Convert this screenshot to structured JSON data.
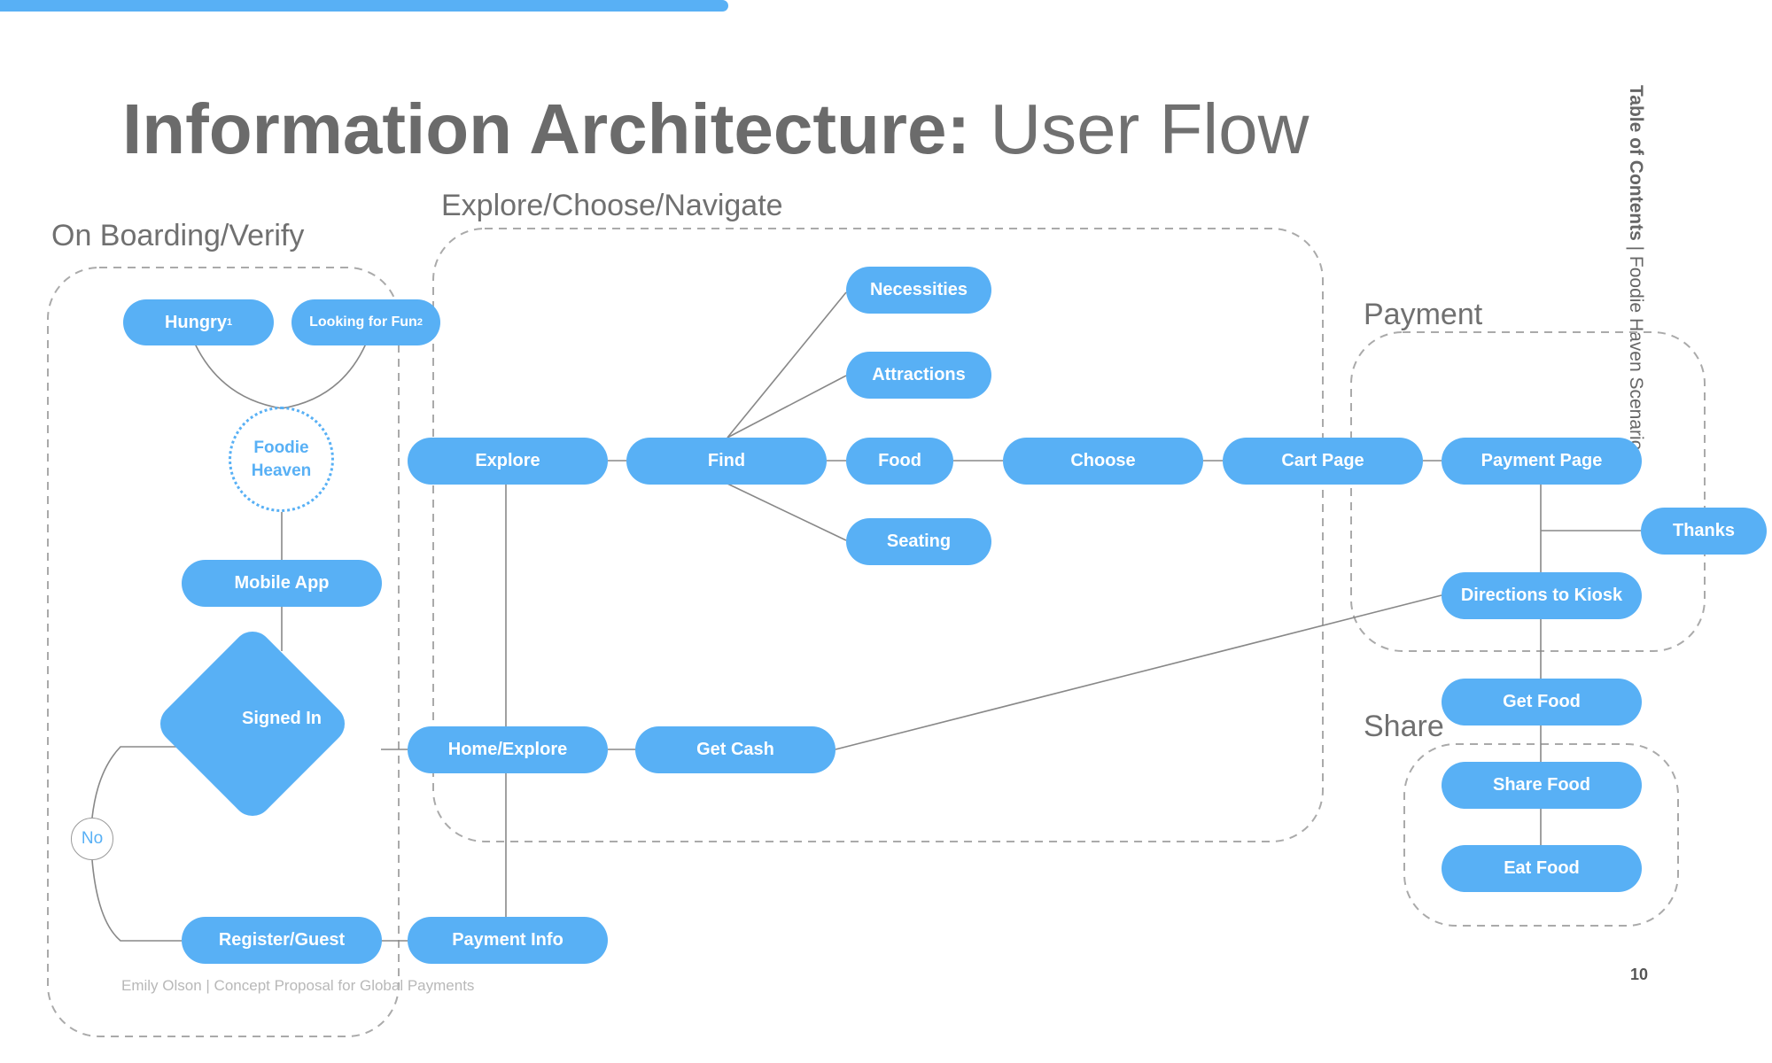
{
  "header": {
    "title_bold": "Information Architecture:",
    "title_light": "User Flow"
  },
  "sections": {
    "onboarding": "On Boarding/Verify",
    "explore": "Explore/Choose/Navigate",
    "payment": "Payment",
    "share": "Share"
  },
  "sidebar": {
    "bold": "Table of Contents",
    "rest": " | Foodie Haven Scenario"
  },
  "nodes": {
    "hungry": "Hungry",
    "hungry_sub": "1",
    "looking_fun": "Looking for Fun",
    "looking_fun_sub": "2",
    "foodie_heaven": "Foodie Heaven",
    "mobile_app": "Mobile App",
    "signed_in": "Signed In",
    "no": "No",
    "register_guest": "Register/Guest",
    "explore": "Explore",
    "find": "Find",
    "necessities": "Necessities",
    "attractions": "Attractions",
    "food": "Food",
    "seating": "Seating",
    "choose": "Choose",
    "cart_page": "Cart Page",
    "payment_page": "Payment Page",
    "thanks": "Thanks",
    "directions_kiosk": "Directions to Kiosk",
    "home_explore": "Home/Explore",
    "get_cash": "Get Cash",
    "payment_info": "Payment Info",
    "get_food": "Get Food",
    "share_food": "Share Food",
    "eat_food": "Eat Food"
  },
  "footer": {
    "credit": "Emily Olson | Concept Proposal for Global Payments",
    "page_number": "10"
  },
  "colors": {
    "accent": "#58b0f5",
    "line": "#888888",
    "dashed": "#aaaaaa",
    "title": "#6e6e6e"
  }
}
